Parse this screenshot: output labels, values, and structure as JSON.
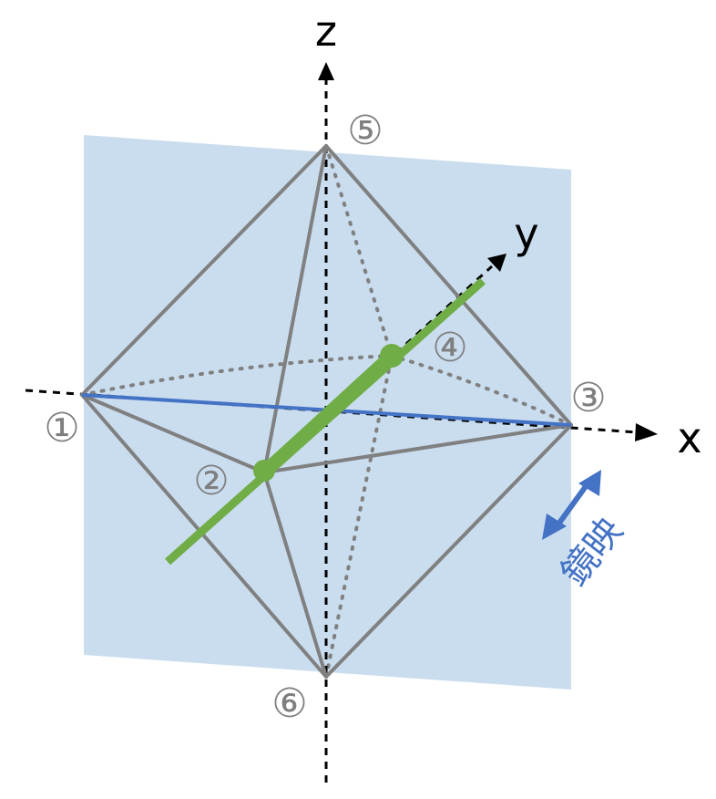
{
  "colors": {
    "plane": "#c9ddef",
    "edge": "#808080",
    "axis": "#000000",
    "c2_axis": "#70ad47",
    "mirror_line": "#4472c4",
    "label_gray": "#7f7f7f"
  },
  "axes": {
    "x_label": "x",
    "y_label": "y",
    "z_label": "z"
  },
  "vertices": {
    "v1": "①",
    "v2": "②",
    "v3": "③",
    "v4": "④",
    "v5": "⑤",
    "v6": "⑥"
  },
  "mirror": {
    "label": "鏡映"
  }
}
